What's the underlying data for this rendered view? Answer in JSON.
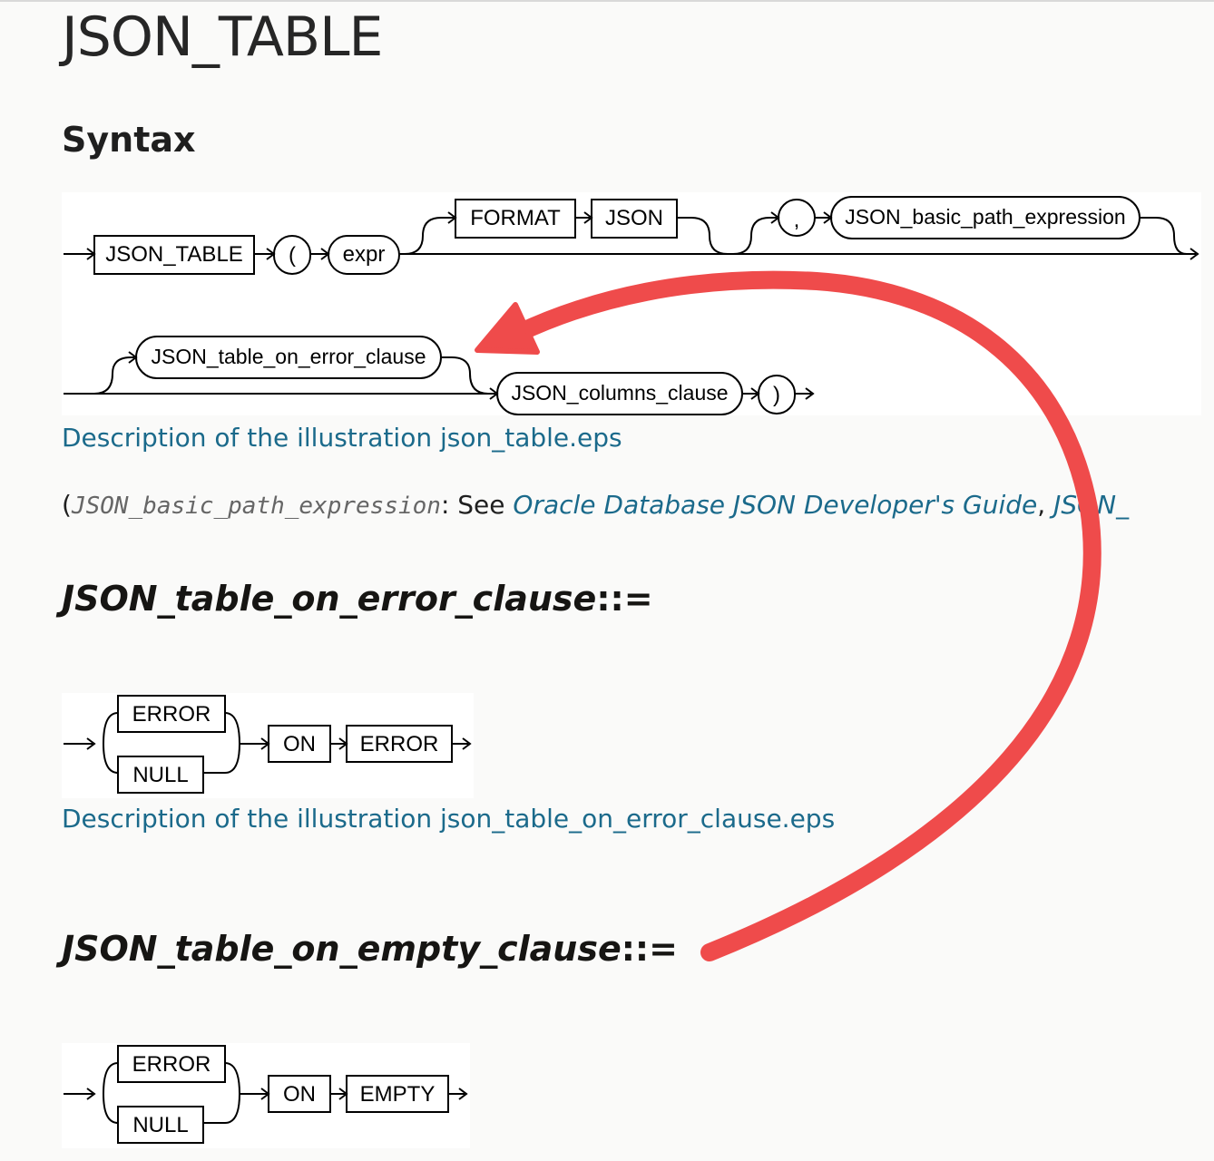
{
  "page": {
    "title": "JSON_TABLE",
    "syntax_heading": "Syntax",
    "link_color": "#1b6a8b",
    "annotation_color": "#ef4b4b"
  },
  "diagram_main": {
    "json_table_kw": "JSON_TABLE",
    "lparen": "(",
    "expr": "expr",
    "format_kw": "FORMAT",
    "json_kw": "JSON",
    "comma": ",",
    "basic_path": "JSON_basic_path_expression",
    "on_error_clause": "JSON_table_on_error_clause",
    "columns_clause": "JSON_columns_clause",
    "rparen": ")",
    "description_link": "Description of the illustration json_table.eps"
  },
  "note": {
    "open": "(",
    "code": "JSON_basic_path_expression",
    "sep": ": See ",
    "link1": "Oracle Database JSON Developer's Guide",
    "comma": ", ",
    "link2": "JSON_"
  },
  "on_error_section": {
    "heading": "JSON_table_on_error_clause",
    "heading_op": "::=",
    "error_kw": "ERROR",
    "null_kw": "NULL",
    "on_kw": "ON",
    "error2_kw": "ERROR",
    "description_link": "Description of the illustration json_table_on_error_clause.eps"
  },
  "on_empty_section": {
    "heading": "JSON_table_on_empty_clause",
    "heading_op": "::=",
    "error_kw": "ERROR",
    "null_kw": "NULL",
    "on_kw": "ON",
    "empty_kw": "EMPTY"
  }
}
